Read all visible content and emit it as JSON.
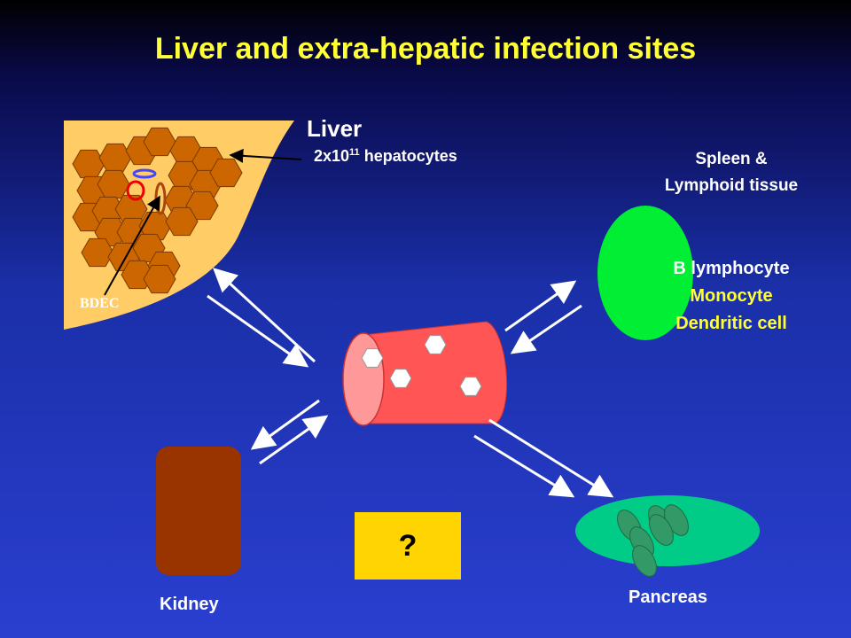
{
  "title": "Liver and extra-hepatic infection sites",
  "liver": {
    "label": "Liver",
    "count_base": "2x10",
    "count_exponent": "11",
    "count_unit": "hepatocytes",
    "bdec_label": "BDEC"
  },
  "spleen": {
    "title_line1": "Spleen &",
    "title_line2": "Lymphoid tissue",
    "cell_types": [
      "B lymphocyte",
      "Monocyte",
      "Dendritic cell"
    ]
  },
  "kidney": {
    "label": "Kidney"
  },
  "pancreas": {
    "label": "Pancreas"
  },
  "unknown_site": {
    "label": "?"
  },
  "colors": {
    "title": "#ffff33",
    "liver_tissue": "#ffcc66",
    "hepatocyte": "#cc6600",
    "vessel": "#ff5555",
    "spleen": "#00ee33",
    "kidney": "#993300",
    "pancreas": "#00cc88",
    "islet": "#339966",
    "unknown_box": "#ffd400",
    "cell_b_lymphocyte": "#ffffff",
    "cell_monocyte": "#ffff33",
    "cell_dendritic": "#ffff33"
  },
  "icons": [
    "virus-particle-icon",
    "arrow-icon"
  ]
}
